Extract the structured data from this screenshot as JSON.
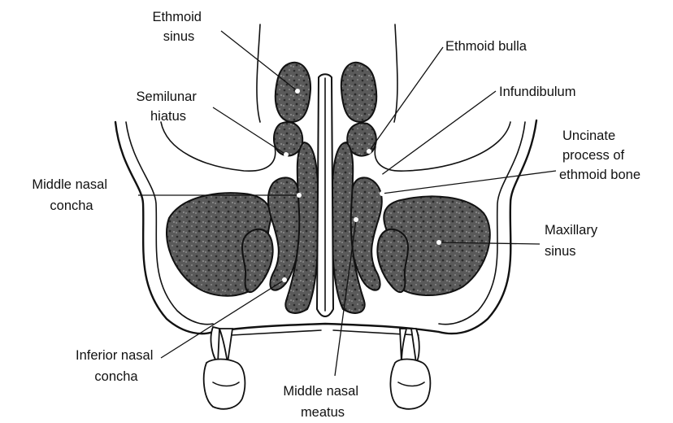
{
  "diagram": {
    "labels": {
      "ethmoid_sinus": [
        "Ethmoid",
        "sinus"
      ],
      "ethmoid_bulla": [
        "Ethmoid bulla"
      ],
      "semilunar_hiatus": [
        "Semilunar",
        "hiatus"
      ],
      "infundibulum": [
        "Infundibulum"
      ],
      "uncinate_process": [
        "Uncinate",
        "process of",
        "ethmoid bone"
      ],
      "middle_nasal_concha": [
        "Middle nasal",
        "concha"
      ],
      "maxillary_sinus": [
        "Maxillary",
        "sinus"
      ],
      "inferior_nasal_concha": [
        "Inferior nasal",
        "concha"
      ],
      "middle_nasal_meatus": [
        "Middle nasal",
        "meatus"
      ]
    }
  }
}
